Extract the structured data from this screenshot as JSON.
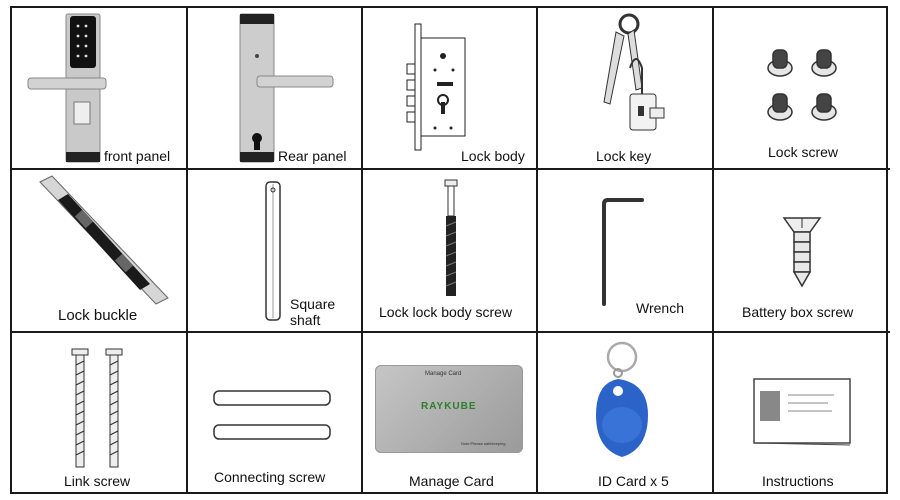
{
  "items": [
    {
      "label": "front panel",
      "icon": "front-panel-icon"
    },
    {
      "label": "Rear panel",
      "icon": "rear-panel-icon"
    },
    {
      "label": "Lock body",
      "icon": "lock-body-icon"
    },
    {
      "label": "Lock key",
      "icon": "lock-key-icon"
    },
    {
      "label": "Lock screw",
      "icon": "lock-screw-icon"
    },
    {
      "label": "Lock buckle",
      "icon": "lock-buckle-icon"
    },
    {
      "label_line1": "Square",
      "label_line2": "shaft",
      "icon": "square-shaft-icon"
    },
    {
      "label": "Lock lock body screw",
      "icon": "lock-body-screw-icon"
    },
    {
      "label": "Wrench",
      "icon": "wrench-icon"
    },
    {
      "label": "Battery box screw",
      "icon": "battery-box-screw-icon"
    },
    {
      "label": "Link screw",
      "icon": "link-screw-icon"
    },
    {
      "label": "Connecting screw",
      "icon": "connecting-screw-icon"
    },
    {
      "label": "Manage Card",
      "icon": "manage-card-icon",
      "card_title": "Manage Card",
      "card_brand": "RAYKUBE",
      "card_note": "Note:Please safekeeping"
    },
    {
      "label": "ID Card x 5",
      "icon": "id-card-icon"
    },
    {
      "label": "Instructions",
      "icon": "instructions-icon"
    }
  ]
}
